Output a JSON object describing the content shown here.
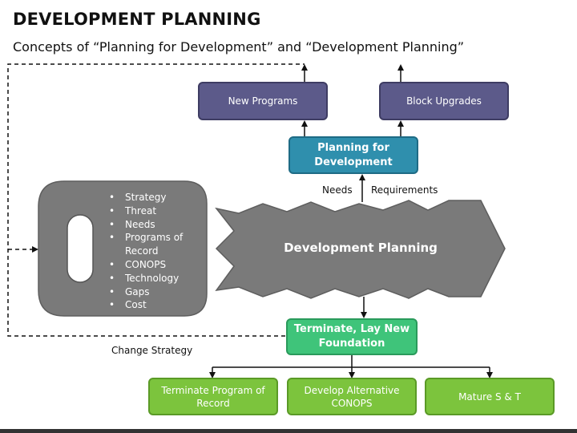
{
  "header": {
    "title": "DEVELOPMENT PLANNING",
    "subtitle": "Concepts of “Planning for Development” and “Development Planning”"
  },
  "key_shape": {
    "bullets": [
      "Strategy",
      "Threat",
      "Needs",
      "Programs of Record",
      "CONOPS",
      "Technology",
      "Gaps",
      "Cost"
    ]
  },
  "center_arrow": {
    "label": "Development Planning"
  },
  "planning_box": {
    "label": "Planning for Development"
  },
  "top_boxes": {
    "new_programs": "New Programs",
    "block_upgrades": "Block Upgrades"
  },
  "labels": {
    "needs": "Needs",
    "requirements": "Requirements",
    "change_strategy": "Change Strategy"
  },
  "terminate_box": {
    "label": "Terminate, Lay New Foundation"
  },
  "bottom_boxes": {
    "terminate_program": "Terminate Program of Record",
    "develop_alternative": "Develop Alternative CONOPS",
    "mature": "Mature S & T"
  },
  "colors": {
    "key_shape": "#7a7a7a",
    "arrow": "#7a7a7a",
    "purple_box": "#5c5a8a",
    "teal_box": "#2f8fad",
    "terminate_box": "#3fc47a",
    "bottom_box": "#7cc43d"
  }
}
